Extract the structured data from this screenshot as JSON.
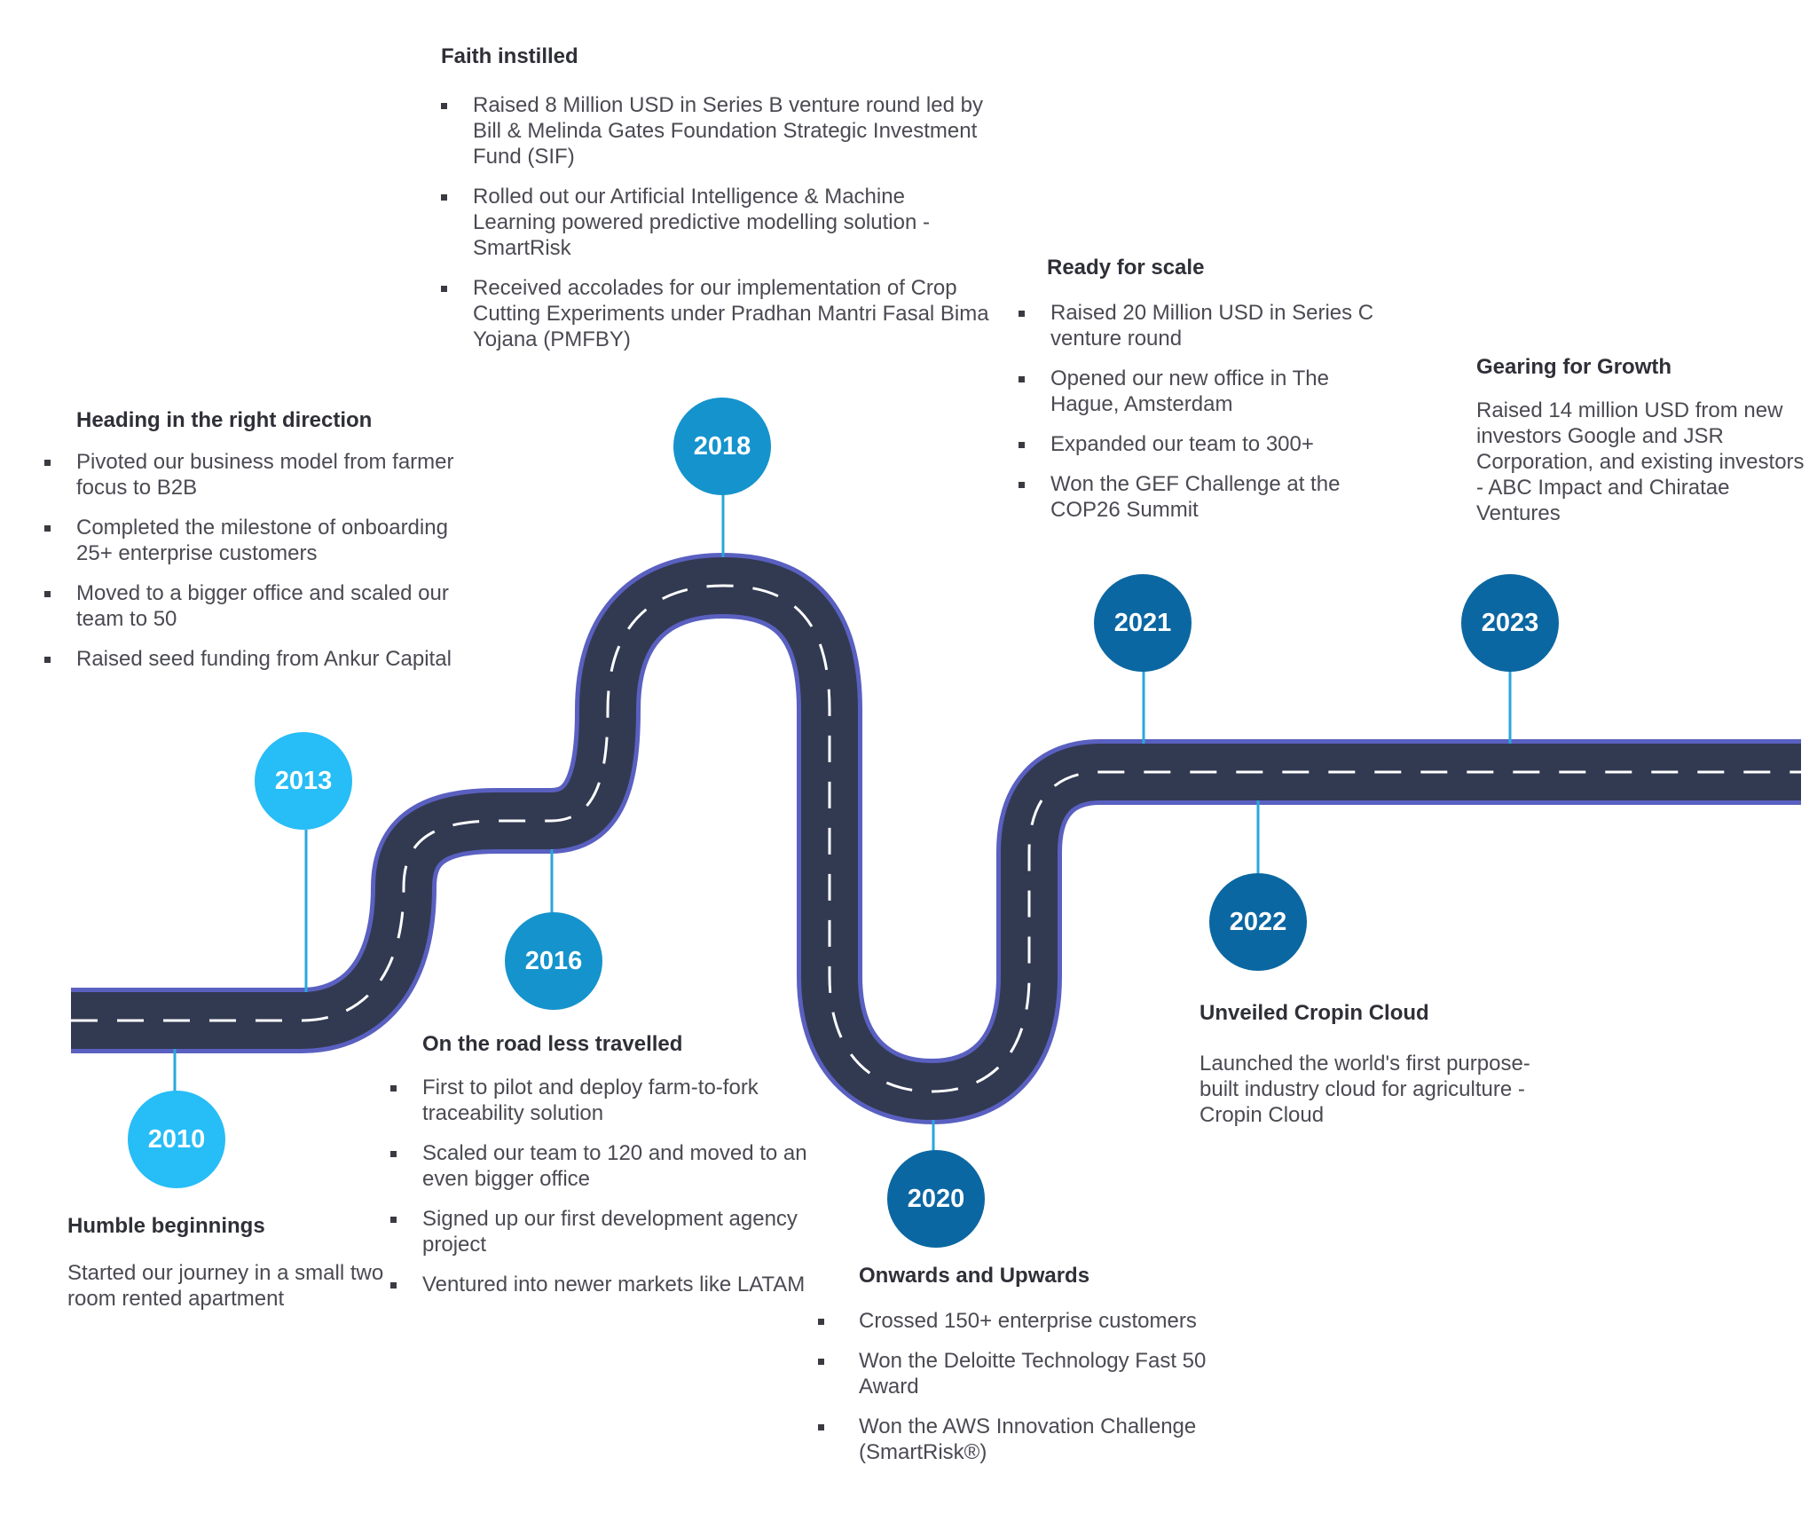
{
  "colors": {
    "road": "#323a52",
    "road_border": "#5a60c0",
    "lane_marking": "#ffffff",
    "connector": "#2aa7dc",
    "milestone_light": "#27bdf6",
    "milestone_mid": "#1593cd",
    "milestone_dark": "#0b67a2",
    "title_text": "#2f2f38",
    "body_text": "#4a4a52"
  },
  "milestones": [
    {
      "year": "2010",
      "tone": "light"
    },
    {
      "year": "2013",
      "tone": "light"
    },
    {
      "year": "2016",
      "tone": "mid"
    },
    {
      "year": "2018",
      "tone": "mid"
    },
    {
      "year": "2020",
      "tone": "dark"
    },
    {
      "year": "2021",
      "tone": "dark"
    },
    {
      "year": "2022",
      "tone": "dark"
    },
    {
      "year": "2023",
      "tone": "dark"
    }
  ],
  "blocks": {
    "y2010": {
      "title": "Humble beginnings",
      "text": "Started our journey in a small two room rented apartment"
    },
    "y2013": {
      "title": "Heading in the right direction",
      "bullets": [
        "Pivoted our business model from farmer focus to B2B",
        "Completed the milestone of onboarding 25+ enterprise customers",
        "Moved to a bigger office and scaled our team to 50",
        "Raised seed funding from Ankur Capital"
      ]
    },
    "y2016": {
      "title": "On the road less travelled",
      "bullets": [
        "First to pilot and deploy farm-to-fork traceability solution",
        "Scaled our team to 120 and moved to an even bigger office",
        "Signed up our first development agency project",
        "Ventured into newer markets like LATAM"
      ]
    },
    "y2018": {
      "title": "Faith instilled",
      "bullets": [
        "Raised 8 Million USD in Series B venture round led by Bill & Melinda Gates Foundation Strategic Investment Fund (SIF)",
        "Rolled out our Artificial Intelligence & Machine Learning powered predictive modelling solution - SmartRisk",
        "Received accolades for our implementation of Crop Cutting Experiments under Pradhan Mantri Fasal Bima Yojana (PMFBY)"
      ]
    },
    "y2020": {
      "title": "Onwards and Upwards",
      "bullets": [
        "Crossed 150+ enterprise customers",
        "Won the Deloitte Technology Fast 50 Award",
        "Won the AWS Innovation Challenge (SmartRisk®)"
      ]
    },
    "y2021": {
      "title": "Ready for scale",
      "bullets": [
        "Raised 20 Million USD in Series C venture round",
        "Opened our new office in The Hague, Amsterdam",
        "Expanded our team to 300+",
        "Won the GEF Challenge at the COP26 Summit"
      ]
    },
    "y2022": {
      "title": "Unveiled Cropin Cloud",
      "text": "Launched the world's first purpose-built industry cloud for agriculture - Cropin Cloud"
    },
    "y2023": {
      "title": "Gearing for Growth",
      "text": "Raised 14 million USD from new investors Google and JSR Corporation, and existing investors - ABC Impact and Chiratae Ventures"
    }
  }
}
